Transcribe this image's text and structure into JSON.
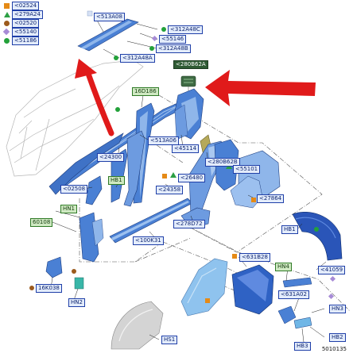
{
  "legend": [
    {
      "symbol": "orange-square",
      "code": "<02524"
    },
    {
      "symbol": "green-triangle",
      "code": "<279A24"
    },
    {
      "symbol": "brown-circle",
      "code": "<02520"
    },
    {
      "symbol": "purple-diamond",
      "code": "<55140"
    },
    {
      "symbol": "green-circle",
      "code": "<51186"
    }
  ],
  "labels": {
    "l513A08": "<513A08",
    "l312A48C": "<312A48C",
    "l55146": "<55146",
    "l312A48B": "<312A48B",
    "l312A48A": "<312A48A",
    "l280B62A": "<280B62A",
    "l16D186": "16D186",
    "l513A06": "<513A06",
    "l45114": "<45114",
    "l280B62B": "<280B62B",
    "l24300": "<24300",
    "l55101": "<55101",
    "l26480": "<26480",
    "l02508": "<02508",
    "lHB1a": "HB1",
    "l24358": "<24358",
    "l27864": "<27864",
    "lHN1": "HN1",
    "l60108": "60108",
    "l278D72": "<278D72",
    "lHB1b": "HB1",
    "l100K31": "<100K31",
    "l631B28": "<631B28",
    "lHN4": "HN4",
    "l41059": "<41059",
    "l16K038": "16K038",
    "lHN2": "HN2",
    "l631A02": "<631A02",
    "lHN3": "HN3",
    "lHS1": "HS1",
    "lHB2": "HB2",
    "lHB3": "HB3"
  },
  "page_number": "5010135",
  "colors": {
    "part_blue": "#4a80d4",
    "part_blue_light": "#8fb6ea",
    "callout_red": "#e01a1a",
    "label_blue_bg": "#e3ecfb",
    "label_green_bg": "#cfe9c2"
  }
}
